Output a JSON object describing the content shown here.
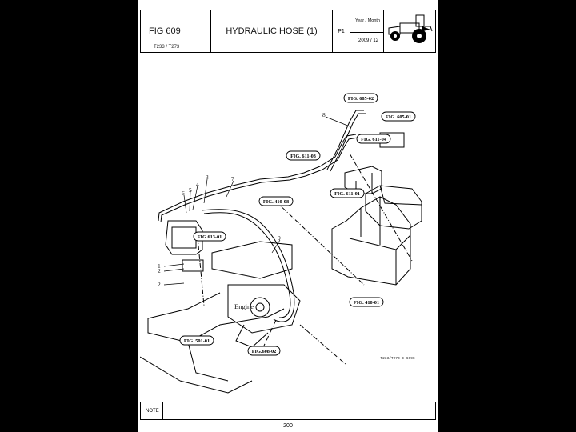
{
  "header": {
    "fig_no": "FIG 609",
    "model": "T233 / T273",
    "title": "HYDRAULIC HOSE (1)",
    "page_code": "P1",
    "year_month_label": "Year / Month",
    "year_month_value": "2009 / 12"
  },
  "drawing": {
    "part_numbers": [
      "8",
      "3",
      "7",
      "4",
      "5",
      "6",
      "9",
      "1",
      "2",
      "2"
    ],
    "figure_refs": [
      "FIG. 605-02",
      "FIG. 605-01",
      "FIG. 611-04",
      "FIG. 611-03",
      "FIG. 611-01",
      "FIG. 410-08",
      "FIG.613-01",
      "FIG. 410-01",
      "FIG. 501-01",
      "FIG.608-02"
    ],
    "engine_label": "Engine",
    "drawing_code": "T233/T273-E-609C"
  },
  "footer": {
    "note_label": "NOTE",
    "page_number": "200"
  }
}
